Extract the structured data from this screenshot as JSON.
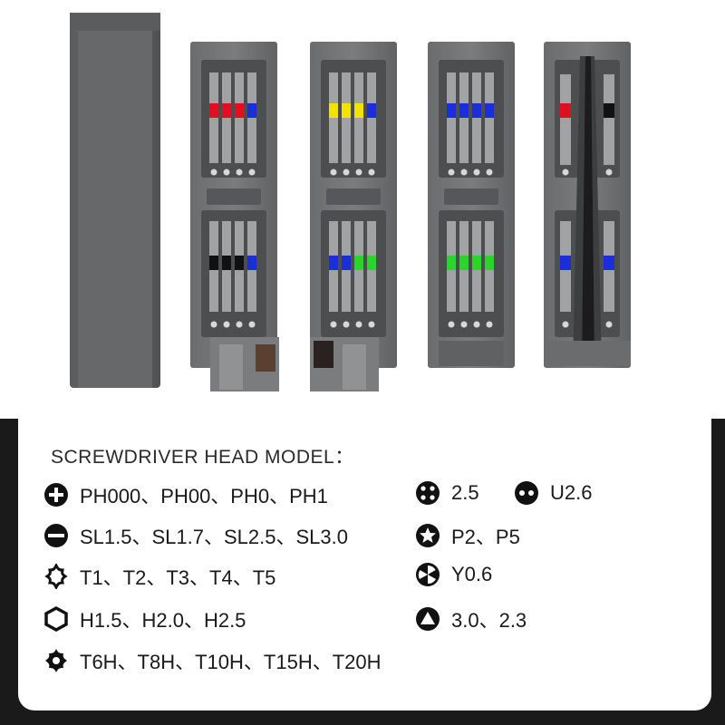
{
  "panel": {
    "title": "SCREWDRIVER HEAD MODEL："
  },
  "models": [
    {
      "icon": "phillips-icon",
      "text": "PH000、PH00、PH0、PH1"
    },
    {
      "icon": "slotted-icon",
      "text": "SL1.5、SL1.7、SL2.5、SL3.0"
    },
    {
      "icon": "torx-icon",
      "text": "T1、T2、T3、T4、T5"
    },
    {
      "icon": "hex-icon",
      "text": "H1.5、H2.0、H2.5"
    },
    {
      "icon": "torx-security-icon",
      "text": "T6H、T8H、T10H、T15H、T20H"
    },
    {
      "icon": "four-dot-icon",
      "text": "2.5"
    },
    {
      "icon": "two-dot-icon",
      "text": "U2.6"
    },
    {
      "icon": "pentalobe-icon",
      "text": "P2、P5"
    },
    {
      "icon": "tri-wing-icon",
      "text": "Y0.6"
    },
    {
      "icon": "triangle-icon",
      "text": "3.0、2.3"
    }
  ],
  "colors": {
    "case": "#707274",
    "handle": "#5f6163",
    "red": "#e01020",
    "blue": "#1a2fd8",
    "yellow": "#f2e200",
    "green": "#2bd42b",
    "black": "#111111"
  }
}
